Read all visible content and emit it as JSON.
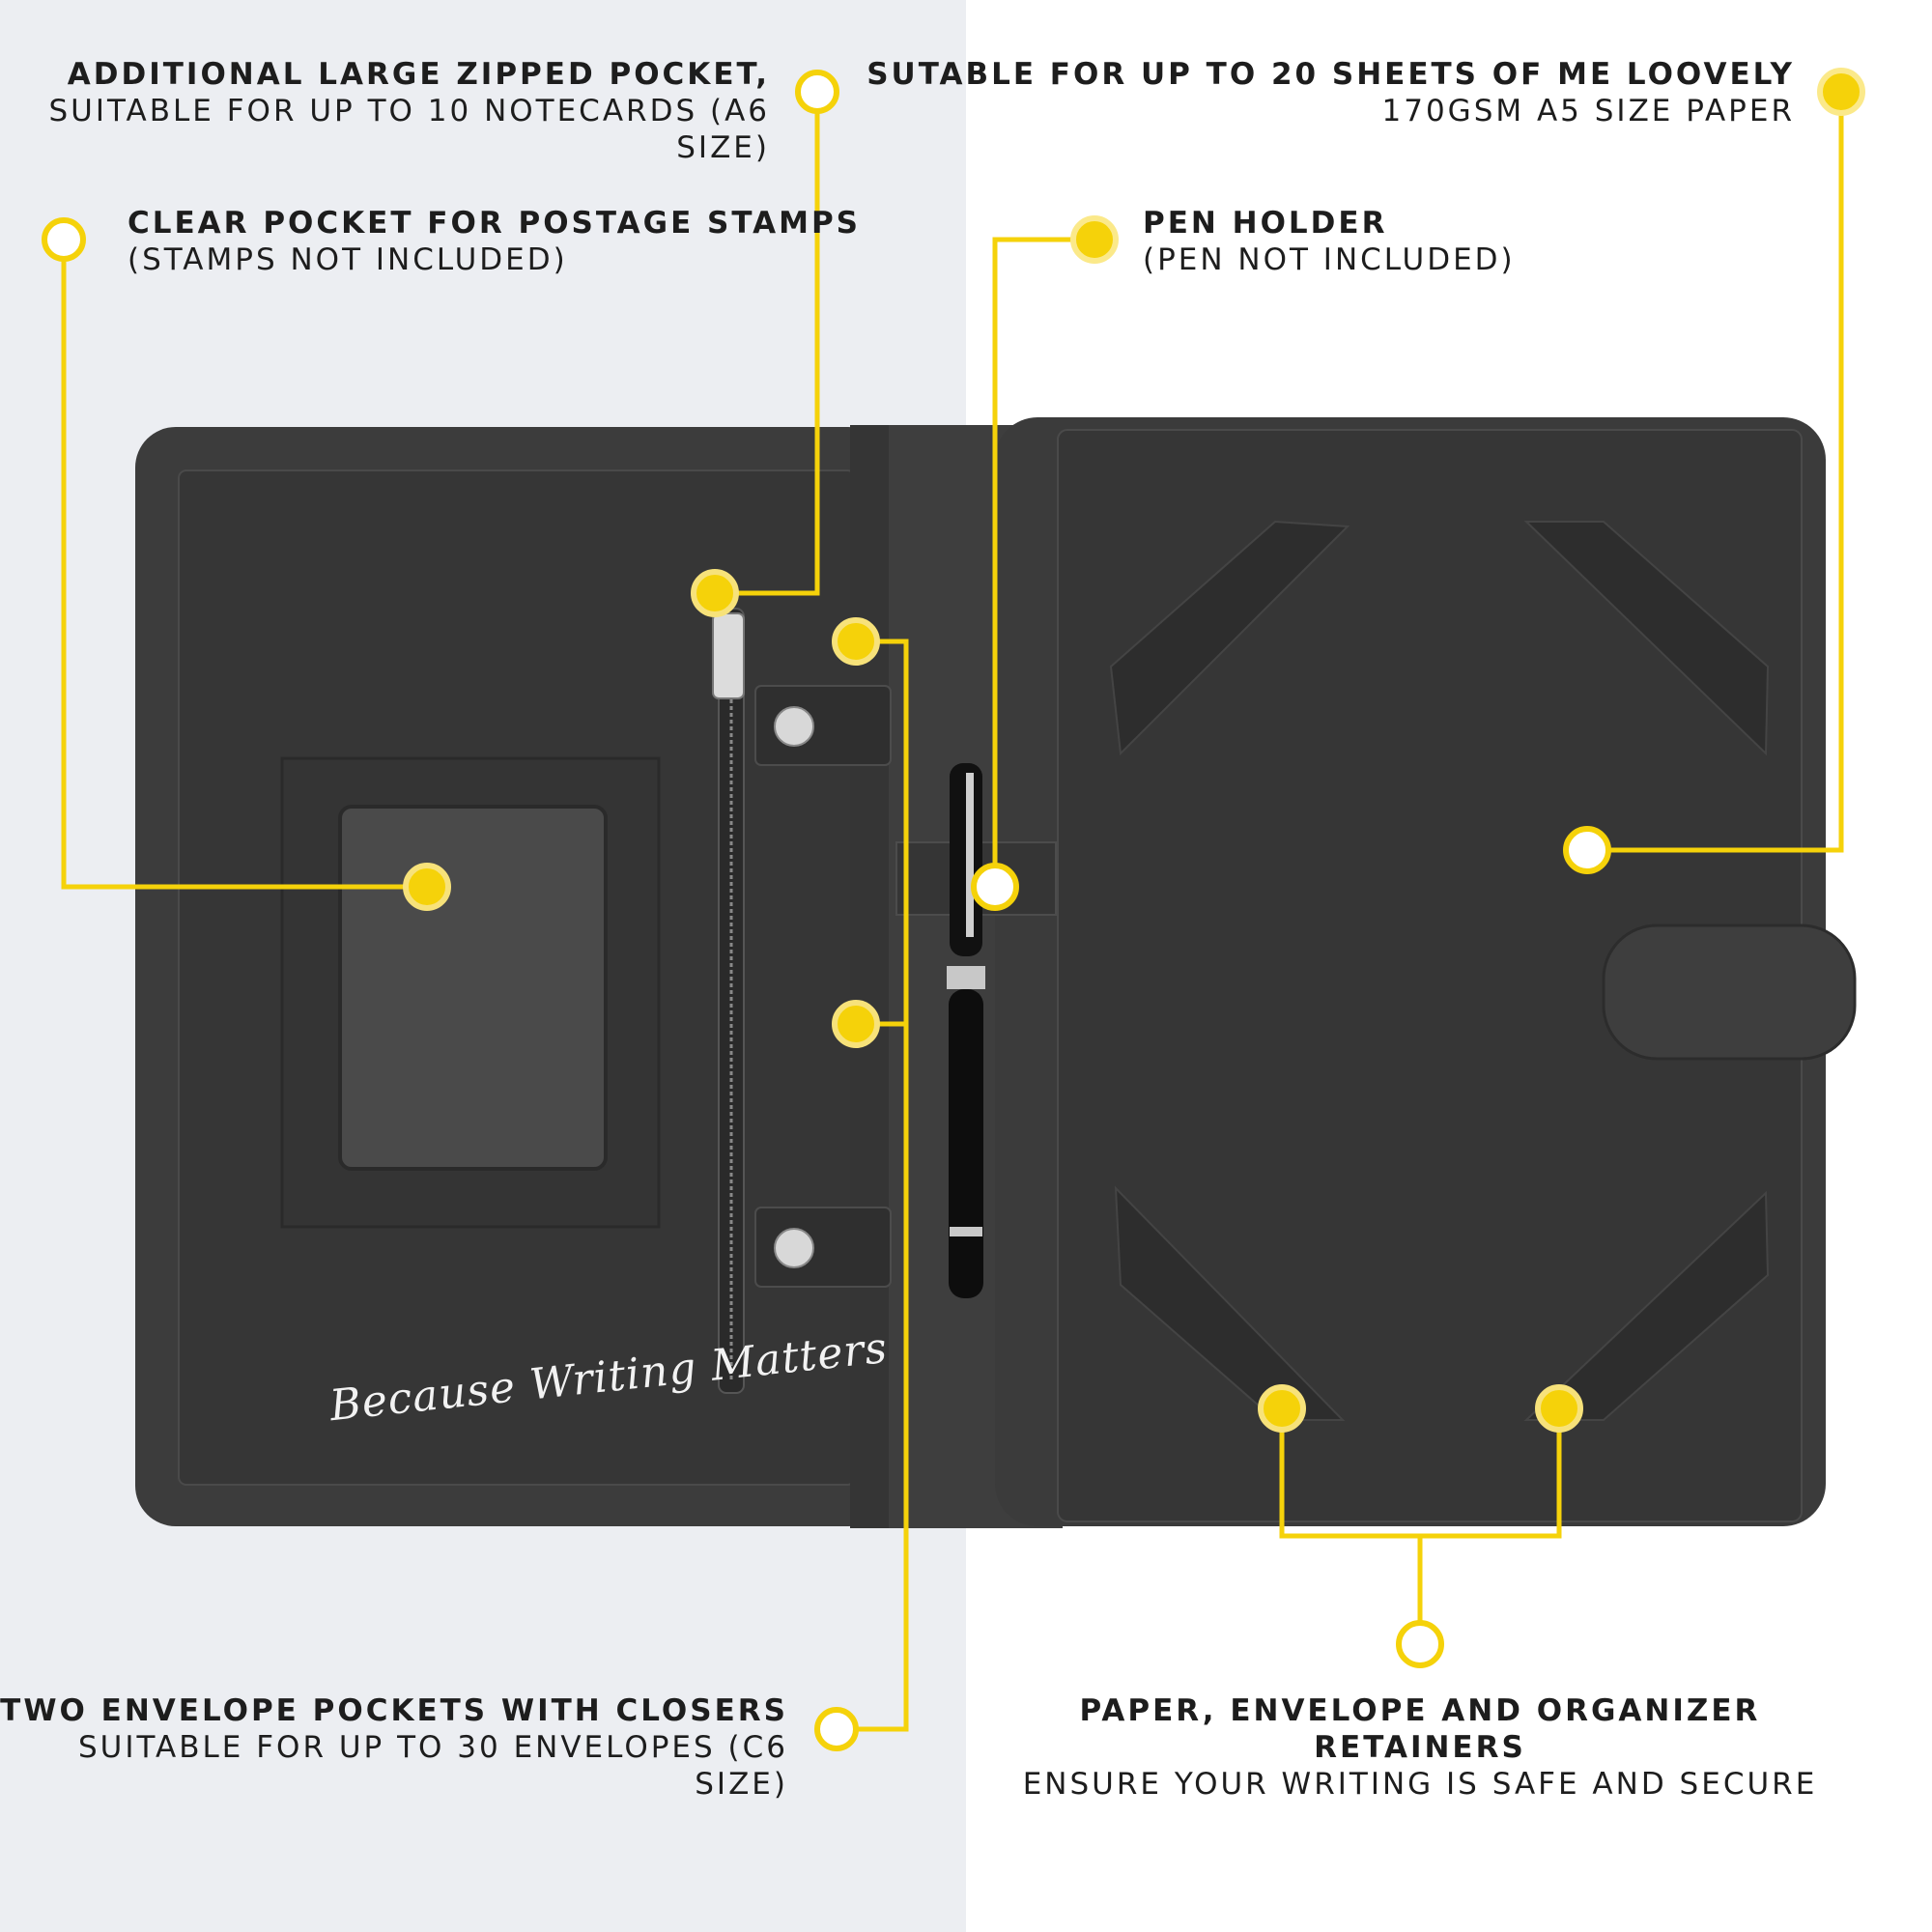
{
  "colors": {
    "accent": "#f5d20a",
    "folio": "#3a3a3a",
    "background_left": "#eceef2",
    "background_right": "#ffffff"
  },
  "callouts": {
    "zipped_pocket": {
      "heading": "ADDITIONAL LARGE ZIPPED POCKET,",
      "sub": "SUITABLE FOR UP TO 10 NOTECARDS (A6 SIZE)"
    },
    "stamps_pocket": {
      "heading": "CLEAR POCKET FOR POSTAGE STAMPS",
      "sub": "(STAMPS NOT INCLUDED)"
    },
    "paper": {
      "heading": "SUTABLE FOR UP TO 20 SHEETS OF ME LOOVELY",
      "sub": "170GSM A5 SIZE PAPER"
    },
    "pen_holder": {
      "heading": "PEN HOLDER",
      "sub": "(PEN NOT INCLUDED)"
    },
    "envelope_pockets": {
      "heading": "TWO ENVELOPE POCKETS WITH CLOSERS",
      "sub": "SUITABLE FOR UP TO 30 ENVELOPES (C6 SIZE)"
    },
    "retainers": {
      "heading": "PAPER, ENVELOPE AND ORGANIZER RETAINERS",
      "sub": "ENSURE YOUR WRITING IS SAFE AND SECURE"
    }
  },
  "folio_script": "Because Writing Matters"
}
